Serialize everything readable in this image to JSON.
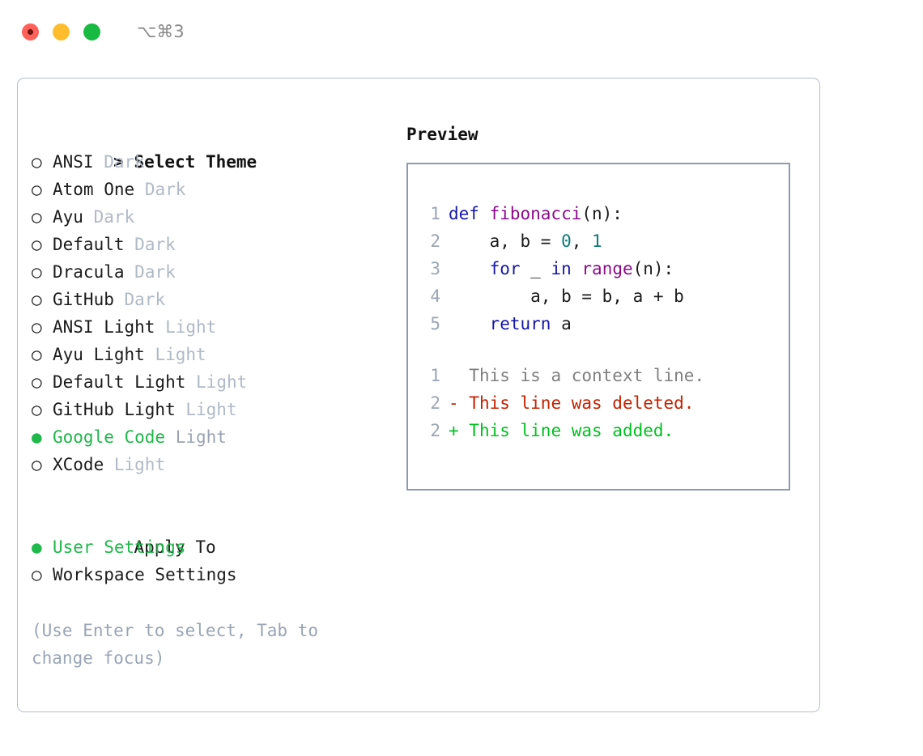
{
  "window": {
    "shortcut_label": "⌥⌘3",
    "traffic_lights": [
      {
        "name": "close",
        "color": "#ff6058"
      },
      {
        "name": "minimize",
        "color": "#ffbd2e"
      },
      {
        "name": "zoom",
        "color": "#19ba42"
      }
    ]
  },
  "theme_list": {
    "header_caret": ">",
    "header_label": "Select Theme",
    "marker_selected": "●",
    "marker_unselected": "○",
    "items": [
      {
        "name": "ANSI",
        "tag": "Dark",
        "selected": false
      },
      {
        "name": "Atom One",
        "tag": "Dark",
        "selected": false
      },
      {
        "name": "Ayu",
        "tag": "Dark",
        "selected": false
      },
      {
        "name": "Default",
        "tag": "Dark",
        "selected": false
      },
      {
        "name": "Dracula",
        "tag": "Dark",
        "selected": false
      },
      {
        "name": "GitHub",
        "tag": "Dark",
        "selected": false
      },
      {
        "name": "ANSI Light",
        "tag": "Light",
        "selected": false
      },
      {
        "name": "Ayu Light",
        "tag": "Light",
        "selected": false
      },
      {
        "name": "Default Light",
        "tag": "Light",
        "selected": false
      },
      {
        "name": "GitHub Light",
        "tag": "Light",
        "selected": false
      },
      {
        "name": "Google Code",
        "tag": "Light",
        "selected": true
      },
      {
        "name": "XCode",
        "tag": "Light",
        "selected": false
      }
    ]
  },
  "apply_to": {
    "header_label": "Apply To",
    "items": [
      {
        "name": "User Settings",
        "selected": true
      },
      {
        "name": "Workspace Settings",
        "selected": false
      }
    ]
  },
  "hint": {
    "text": "(Use Enter to select, Tab to change focus)"
  },
  "preview": {
    "title": "Preview",
    "code": [
      {
        "ln": "1",
        "tokens": [
          {
            "t": "def ",
            "c": "kw"
          },
          {
            "t": "fibonacci",
            "c": "fn"
          },
          {
            "t": "(n):",
            "c": "pl"
          }
        ]
      },
      {
        "ln": "2",
        "tokens": [
          {
            "t": "    a, b = ",
            "c": "pl"
          },
          {
            "t": "0",
            "c": "num"
          },
          {
            "t": ", ",
            "c": "pl"
          },
          {
            "t": "1",
            "c": "num"
          }
        ]
      },
      {
        "ln": "3",
        "tokens": [
          {
            "t": "    ",
            "c": "pl"
          },
          {
            "t": "for",
            "c": "kw"
          },
          {
            "t": " _ ",
            "c": "pl"
          },
          {
            "t": "in",
            "c": "kw"
          },
          {
            "t": " ",
            "c": "pl"
          },
          {
            "t": "range",
            "c": "fn"
          },
          {
            "t": "(n):",
            "c": "pl"
          }
        ]
      },
      {
        "ln": "4",
        "tokens": [
          {
            "t": "        a, b = b, a + b",
            "c": "pl"
          }
        ]
      },
      {
        "ln": "5",
        "tokens": [
          {
            "t": "    ",
            "c": "pl"
          },
          {
            "t": "return",
            "c": "kw"
          },
          {
            "t": " a",
            "c": "pl"
          }
        ]
      }
    ],
    "diff": [
      {
        "ln": "1",
        "sign": " ",
        "text": "This is a context line.",
        "kind": "diff-ctx"
      },
      {
        "ln": "2",
        "sign": "-",
        "text": "This line was deleted.",
        "kind": "diff-del"
      },
      {
        "ln": "2",
        "sign": "+",
        "text": "This line was added.",
        "kind": "diff-add"
      }
    ]
  },
  "colors": {
    "accent_green": "#1fb84a",
    "keyword_blue": "#1717a8",
    "function_purple": "#8b0a8b",
    "number_teal": "#0a7a7a",
    "diff_removed": "#c52200",
    "diff_added": "#00c020",
    "muted": "#b0b9c6",
    "border": "#8e9bad"
  }
}
